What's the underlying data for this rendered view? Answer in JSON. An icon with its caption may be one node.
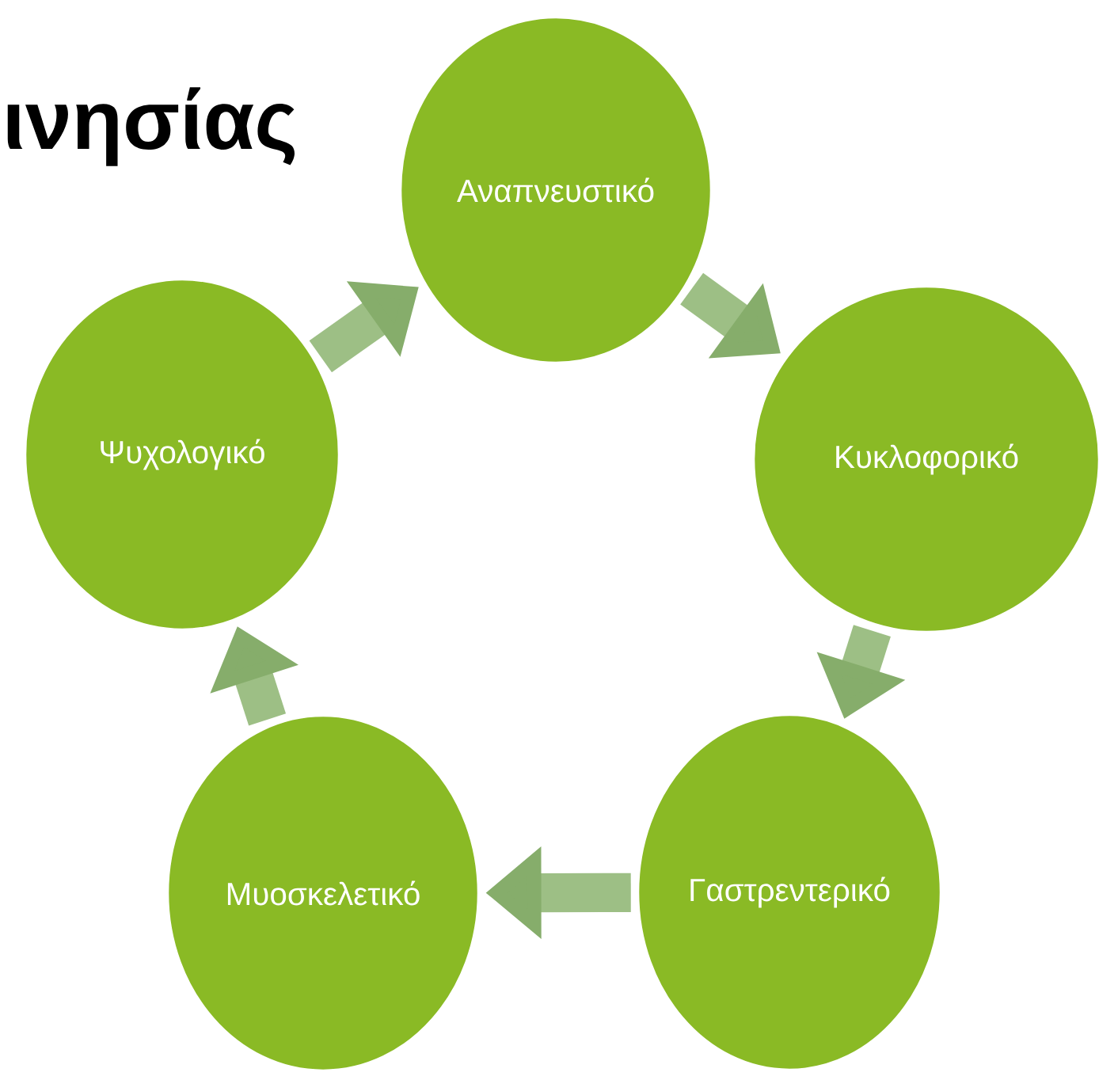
{
  "diagram": {
    "title": "ινησίας",
    "nodes": [
      {
        "text": [
          "Αναπνευστικό"
        ]
      },
      {
        "text": [
          "Κυκλοφορικό"
        ]
      },
      {
        "text": [
          "Γαστρεντερικό"
        ]
      },
      {
        "text": [
          "Μυοσκελετικό"
        ]
      },
      {
        "text": [
          "Ψυχολογικό"
        ]
      }
    ],
    "edges": [
      {
        "from": 0,
        "to": 1,
        "arrow": "to"
      },
      {
        "from": 1,
        "to": 2,
        "arrow": "to"
      },
      {
        "from": 2,
        "to": 3,
        "arrow": "to"
      },
      {
        "from": 3,
        "to": 4,
        "arrow": "to"
      },
      {
        "from": 4,
        "to": 0,
        "arrow": "to"
      }
    ]
  }
}
